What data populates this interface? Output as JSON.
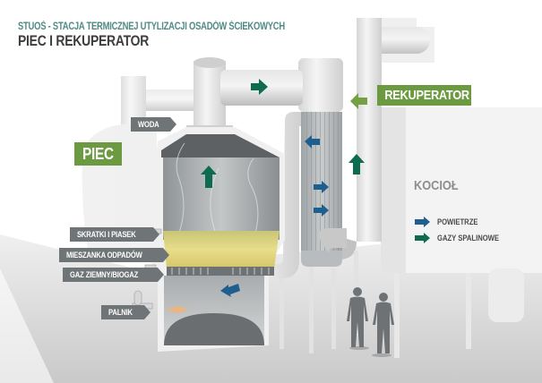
{
  "header": {
    "subtitle": "STUOŚ - STACJA TERMICZNEJ UTYLIZACJI OSADÓW ŚCIEKOWYCH",
    "title": "PIEC I REKUPERATOR"
  },
  "components": {
    "furnace": "PIEC",
    "recuperator": "REKUPERATOR",
    "boiler": "KOCIOŁ"
  },
  "inputs": [
    {
      "label": "WODA",
      "icon": "water-inlet"
    },
    {
      "label": "SKRATKI I PIASEK",
      "icon": "inlet-pipe"
    },
    {
      "label": "MIESZANKA ODPADÓW",
      "icon": "inlet-pipe"
    },
    {
      "label": "GAZ ZIEMNY/BIOGAZ",
      "icon": "gas-valve"
    },
    {
      "label": "PALNIK",
      "icon": "burner"
    }
  ],
  "legend": [
    {
      "label": "POWIETRZE",
      "icon": "arrow-right-icon",
      "color": "#1f5f8f"
    },
    {
      "label": "GAZY SPALINOWE",
      "icon": "arrow-right-icon",
      "color": "#0f6b4f"
    }
  ],
  "colors": {
    "air": "#1f5f8f",
    "flue_gas": "#0f6b4f",
    "label_green": "#6b9a41",
    "label_gray": "#6f7476",
    "title_teal": "#4f8a86",
    "bed_yellow": "#d8cf6a"
  }
}
